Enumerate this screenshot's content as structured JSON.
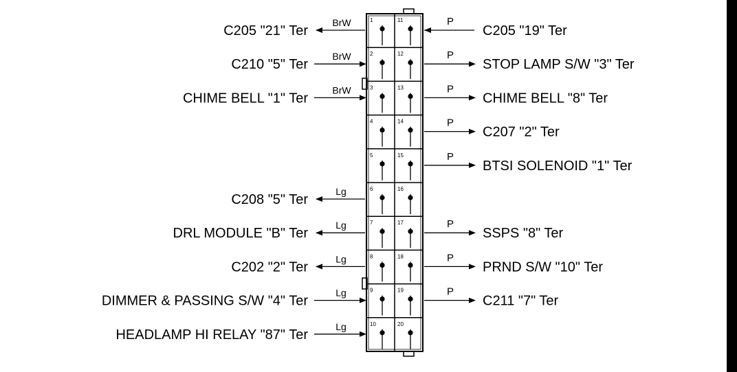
{
  "colors": {
    "ink": "#000000",
    "background": "#ffffff"
  },
  "connector": {
    "pins": [
      {
        "left": "1",
        "right": "11"
      },
      {
        "left": "2",
        "right": "12"
      },
      {
        "left": "3",
        "right": "13"
      },
      {
        "left": "4",
        "right": "14"
      },
      {
        "left": "5",
        "right": "15"
      },
      {
        "left": "6",
        "right": "16"
      },
      {
        "left": "7",
        "right": "17"
      },
      {
        "left": "8",
        "right": "18"
      },
      {
        "left": "9",
        "right": "19"
      },
      {
        "left": "10",
        "right": "20"
      }
    ]
  },
  "left_circuits": [
    {
      "pin": "1",
      "label": "C205 \"21\" Ter",
      "wire": "BrW",
      "direction": "out"
    },
    {
      "pin": "2",
      "label": "C210 \"5\" Ter",
      "wire": "BrW",
      "direction": "in"
    },
    {
      "pin": "3",
      "label": "CHIME BELL \"1\" Ter",
      "wire": "BrW",
      "direction": "in"
    },
    {
      "pin": "6",
      "label": "C208 \"5\" Ter",
      "wire": "Lg",
      "direction": "out"
    },
    {
      "pin": "7",
      "label": "DRL MODULE \"B\" Ter",
      "wire": "Lg",
      "direction": "out"
    },
    {
      "pin": "8",
      "label": "C202 \"2\" Ter",
      "wire": "Lg",
      "direction": "out"
    },
    {
      "pin": "9",
      "label": "DIMMER & PASSING S/W \"4\" Ter",
      "wire": "Lg",
      "direction": "in"
    },
    {
      "pin": "10",
      "label": "HEADLAMP HI RELAY \"87\" Ter",
      "wire": "Lg",
      "direction": "in"
    }
  ],
  "right_circuits": [
    {
      "pin": "11",
      "label": "C205 \"19\" Ter",
      "wire": "P",
      "direction": "in"
    },
    {
      "pin": "12",
      "label": "STOP LAMP S/W \"3\" Ter",
      "wire": "P",
      "direction": "out"
    },
    {
      "pin": "13",
      "label": "CHIME BELL \"8\" Ter",
      "wire": "P",
      "direction": "out"
    },
    {
      "pin": "14",
      "label": "C207 \"2\" Ter",
      "wire": "P",
      "direction": "out"
    },
    {
      "pin": "15",
      "label": "BTSI SOLENOID \"1\" Ter",
      "wire": "P",
      "direction": "out"
    },
    {
      "pin": "17",
      "label": "SSPS \"8\" Ter",
      "wire": "P",
      "direction": "out"
    },
    {
      "pin": "18",
      "label": "PRND S/W \"10\" Ter",
      "wire": "P",
      "direction": "out"
    },
    {
      "pin": "19",
      "label": "C211 \"7\" Ter",
      "wire": "P",
      "direction": "out"
    }
  ]
}
